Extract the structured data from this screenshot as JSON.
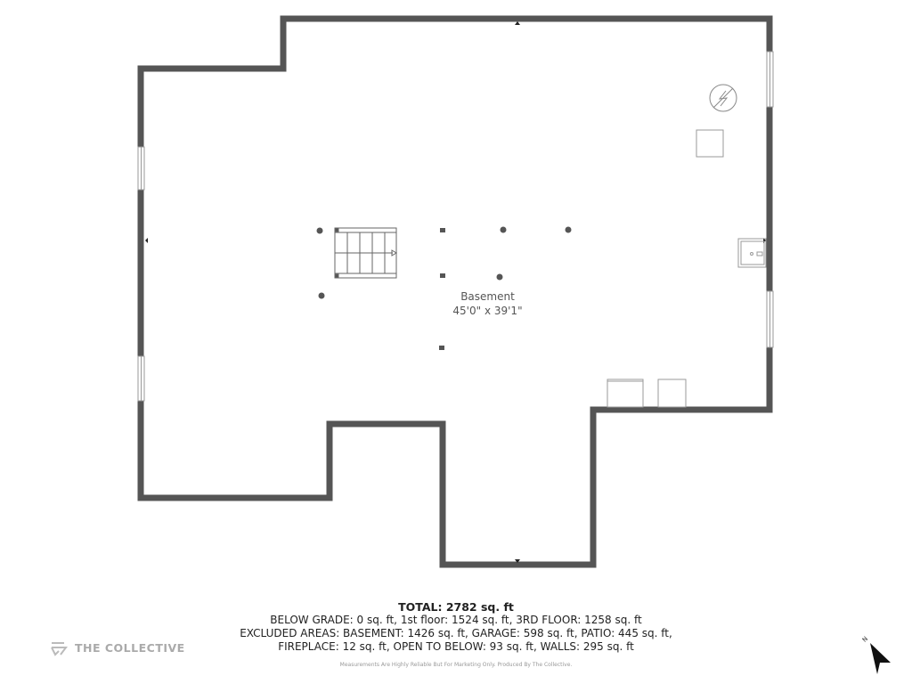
{
  "floorplan": {
    "room": {
      "name": "Basement",
      "dimensions": "45'0\" x 39'1\""
    },
    "wall_color": "#555555"
  },
  "summary": {
    "total": "TOTAL: 2782 sq. ft",
    "line1": "BELOW GRADE: 0 sq. ft, 1st floor: 1524 sq. ft, 3RD FLOOR: 1258 sq. ft",
    "line2": "EXCLUDED AREAS: BASEMENT: 1426 sq. ft, GARAGE: 598 sq. ft, PATIO: 445 sq. ft,",
    "line3": "FIREPLACE: 12 sq. ft, OPEN TO BELOW: 93 sq. ft, WALLS: 295 sq. ft",
    "disclaimer": "Measurements Are Highly Reliable But For Marketing Only. Produced By The Collective."
  },
  "brand": {
    "name": "THE COLLECTIVE"
  },
  "compass": {
    "label": "N"
  }
}
